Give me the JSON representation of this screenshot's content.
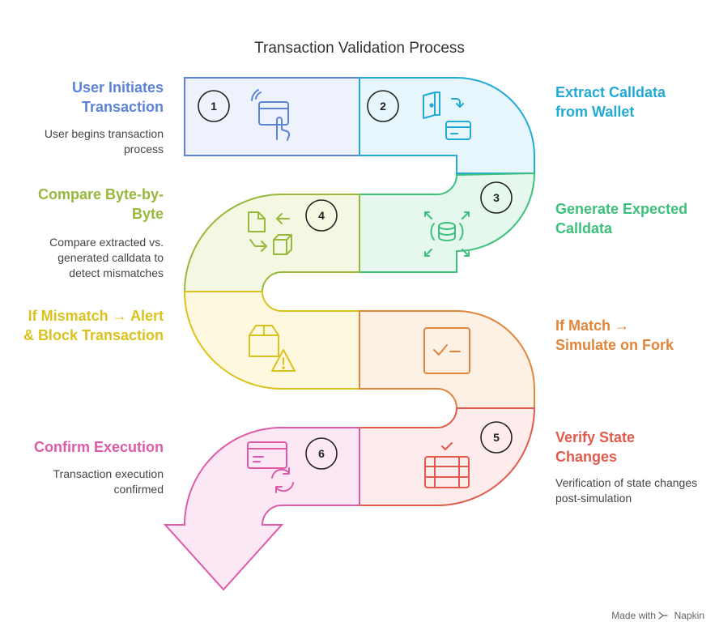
{
  "title": "Transaction Validation Process",
  "colors": {
    "blue": "#5b83d6",
    "cyan": "#22aad6",
    "green": "#3cc07c",
    "lime": "#97b83a",
    "yellow": "#dcc21d",
    "orange": "#e0853a",
    "red": "#e25a4c",
    "pink": "#dd5aa8"
  },
  "steps": [
    {
      "number": "1",
      "heading": "User Initiates Transaction",
      "description": "User begins transaction process",
      "icon": "hand-tap-card-icon"
    },
    {
      "number": "2",
      "heading": "Extract Calldata from Wallet",
      "description": "",
      "icon": "wallet-card-icon"
    },
    {
      "number": "3",
      "heading": "Generate Expected Calldata",
      "description": "",
      "icon": "database-expand-icon"
    },
    {
      "number": "4",
      "heading": "Compare Byte-by-Byte",
      "description": "Compare extracted vs. generated calldata to detect mismatches",
      "icon": "file-box-exchange-icon"
    },
    {
      "number": "",
      "heading": "If Mismatch → Alert & Block Transaction",
      "description": "",
      "icon": "box-warning-icon"
    },
    {
      "number": "",
      "heading": "If Match → Simulate on Fork",
      "description": "",
      "icon": "checkbox-icon"
    },
    {
      "number": "5",
      "heading": "Verify State Changes",
      "description": "Verification of state changes post-simulation",
      "icon": "table-check-icon"
    },
    {
      "number": "6",
      "heading": "Confirm Execution",
      "description": "Transaction execution confirmed",
      "icon": "card-refresh-icon"
    }
  ],
  "footer": {
    "made_with": "Made with",
    "brand": "Napkin"
  }
}
